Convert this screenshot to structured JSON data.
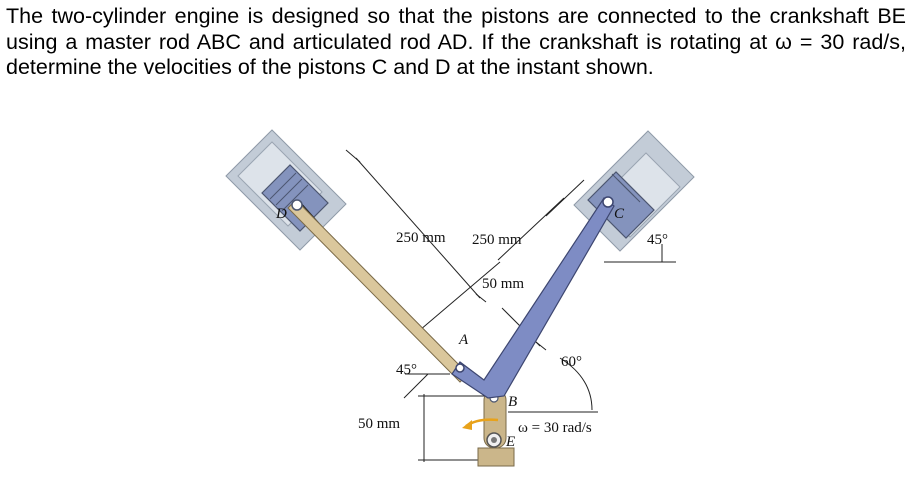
{
  "problem": {
    "text": "The two-cylinder engine is designed so that the pistons are connected to the crankshaft BE using a master rod ABC and articulated rod AD. If the crankshaft is rotating at ω = 30 rad/s, determine the velocities of the pistons C and D at the instant shown."
  },
  "figure": {
    "labels": {
      "D": "D",
      "C": "C",
      "A": "A",
      "B": "B",
      "E": "E",
      "dim_250_left": "250 mm",
      "dim_250_right": "250 mm",
      "dim_50_top": "50 mm",
      "dim_50_bottom": "50 mm",
      "angle_45_left": "45°",
      "angle_45_right": "45°",
      "angle_60": "60°",
      "omega": "ω = 30 rad/s"
    },
    "colors": {
      "cylinder": "#bfcad6",
      "piston": "#7e8fb8",
      "master_rod": "#7e8cc4",
      "articulated_rod": "#d8c498",
      "crank": "#cbb68a",
      "omega_arrow": "#e8a21a"
    }
  }
}
